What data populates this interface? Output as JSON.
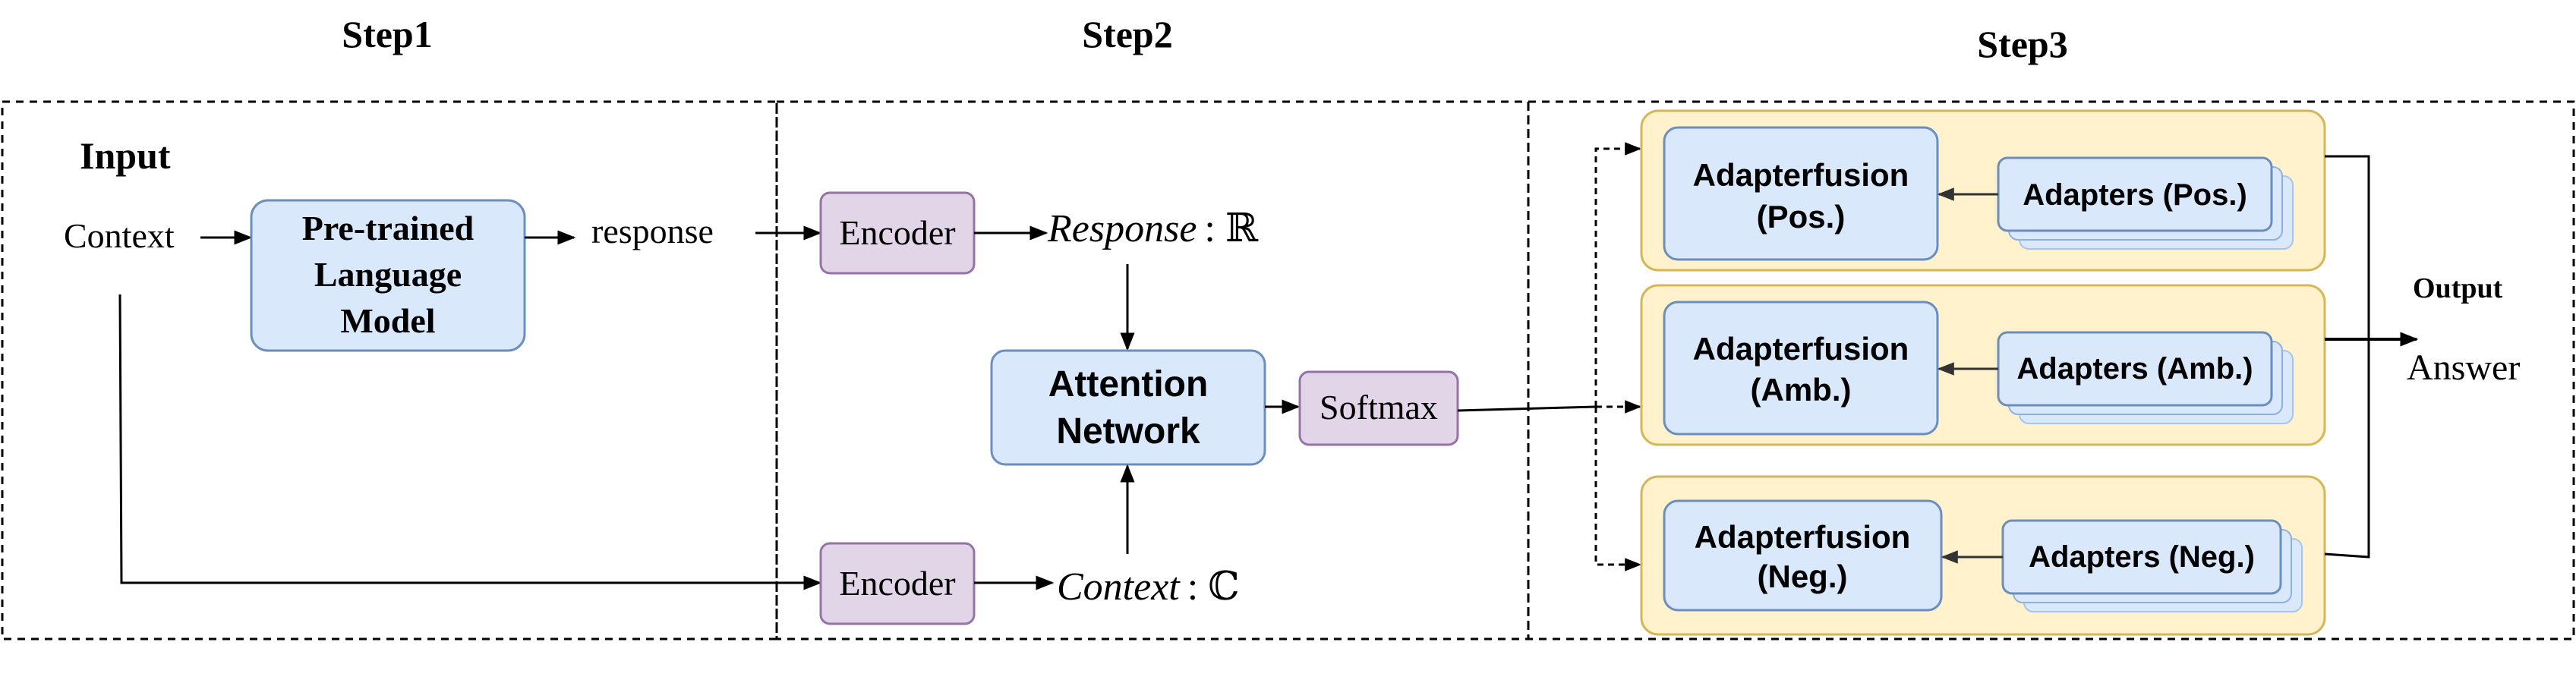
{
  "steps": {
    "step1": "Step1",
    "step2": "Step2",
    "step3": "Step3"
  },
  "step1": {
    "input_label": "Input",
    "context_label": "Context",
    "plm_line1": "Pre-trained",
    "plm_line2": "Language",
    "plm_line3": "Model",
    "response_label": "response"
  },
  "step2": {
    "encoder_top": "Encoder",
    "encoder_bottom": "Encoder",
    "response_var": "Response",
    "response_set": ": ℝ",
    "context_var": "Context",
    "context_set": ": ℂ",
    "attention_line1": "Attention",
    "attention_line2": "Network",
    "softmax": "Softmax"
  },
  "step3": {
    "pos": {
      "fusion_line1": "Adapterfusion",
      "fusion_line2": "(Pos.)",
      "adapters": "Adapters (Pos.)"
    },
    "amb": {
      "fusion_line1": "Adapterfusion",
      "fusion_line2": "(Amb.)",
      "adapters": "Adapters (Amb.)"
    },
    "neg": {
      "fusion_line1": "Adapterfusion",
      "fusion_line2": "(Neg.)",
      "adapters": "Adapters (Neg.)"
    },
    "output_label": "Output",
    "answer_label": "Answer"
  },
  "colors": {
    "blue_fill": "#dae8fc",
    "blue_stroke": "#6c8ebf",
    "purple_fill": "#e1d5e7",
    "purple_stroke": "#9673a6",
    "yellow_fill": "#fff2cc",
    "yellow_stroke": "#d6b656",
    "line": "#000000"
  }
}
